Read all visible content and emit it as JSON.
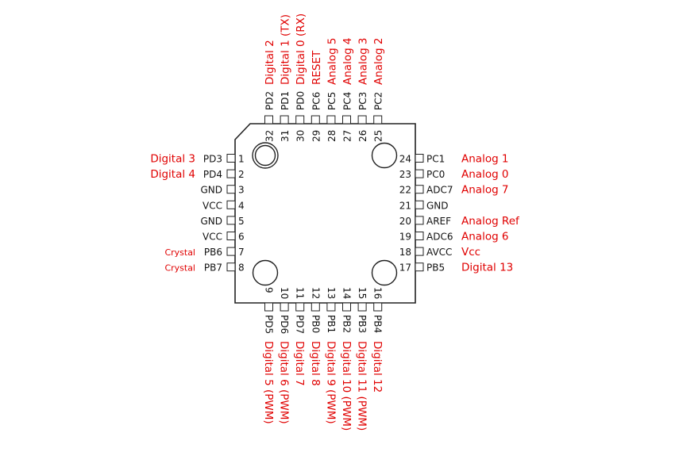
{
  "colors": {
    "label": "#e00000",
    "outline": "#222222"
  },
  "left_pins": [
    {
      "num": "1",
      "name": "PD3",
      "func": "Digital 3",
      "small": false
    },
    {
      "num": "2",
      "name": "PD4",
      "func": "Digital 4",
      "small": false
    },
    {
      "num": "3",
      "name": "GND",
      "func": "",
      "small": false
    },
    {
      "num": "4",
      "name": "VCC",
      "func": "",
      "small": false
    },
    {
      "num": "5",
      "name": "GND",
      "func": "",
      "small": false
    },
    {
      "num": "6",
      "name": "VCC",
      "func": "",
      "small": false
    },
    {
      "num": "7",
      "name": "PB6",
      "func": "Crystal",
      "small": true
    },
    {
      "num": "8",
      "name": "PB7",
      "func": "Crystal",
      "small": true
    }
  ],
  "right_pins": [
    {
      "num": "24",
      "name": "PC1",
      "func": "Analog 1"
    },
    {
      "num": "23",
      "name": "PC0",
      "func": "Analog 0"
    },
    {
      "num": "22",
      "name": "ADC7",
      "func": "Analog 7"
    },
    {
      "num": "21",
      "name": "GND",
      "func": ""
    },
    {
      "num": "20",
      "name": "AREF",
      "func": "Analog Ref"
    },
    {
      "num": "19",
      "name": "ADC6",
      "func": "Analog 6"
    },
    {
      "num": "18",
      "name": "AVCC",
      "func": "Vcc"
    },
    {
      "num": "17",
      "name": "PB5",
      "func": "Digital 13"
    }
  ],
  "top_pins": [
    {
      "num": "32",
      "name": "PD2",
      "func": "Digital 2"
    },
    {
      "num": "31",
      "name": "PD1",
      "func": "Digital 1 (TX)"
    },
    {
      "num": "30",
      "name": "PD0",
      "func": "Digital 0 (RX)"
    },
    {
      "num": "29",
      "name": "PC6",
      "func": "RESET"
    },
    {
      "num": "28",
      "name": "PC5",
      "func": "Analog 5"
    },
    {
      "num": "27",
      "name": "PC4",
      "func": "Analog 4"
    },
    {
      "num": "26",
      "name": "PC3",
      "func": "Analog 3"
    },
    {
      "num": "25",
      "name": "PC2",
      "func": "Analog 2"
    }
  ],
  "bottom_pins": [
    {
      "num": "9",
      "name": "PD5",
      "func": "Digital 5 (PWM)"
    },
    {
      "num": "10",
      "name": "PD6",
      "func": "Digital 6 (PWM)"
    },
    {
      "num": "11",
      "name": "PD7",
      "func": "Digital 7"
    },
    {
      "num": "12",
      "name": "PB0",
      "func": "Digital 8"
    },
    {
      "num": "13",
      "name": "PB1",
      "func": "Digital 9 (PWM)"
    },
    {
      "num": "14",
      "name": "PB2",
      "func": "Digital 10 (PWM)"
    },
    {
      "num": "15",
      "name": "PB3",
      "func": "Digital 11 (PWM)"
    },
    {
      "num": "16",
      "name": "PB4",
      "func": "Digital 12"
    }
  ]
}
